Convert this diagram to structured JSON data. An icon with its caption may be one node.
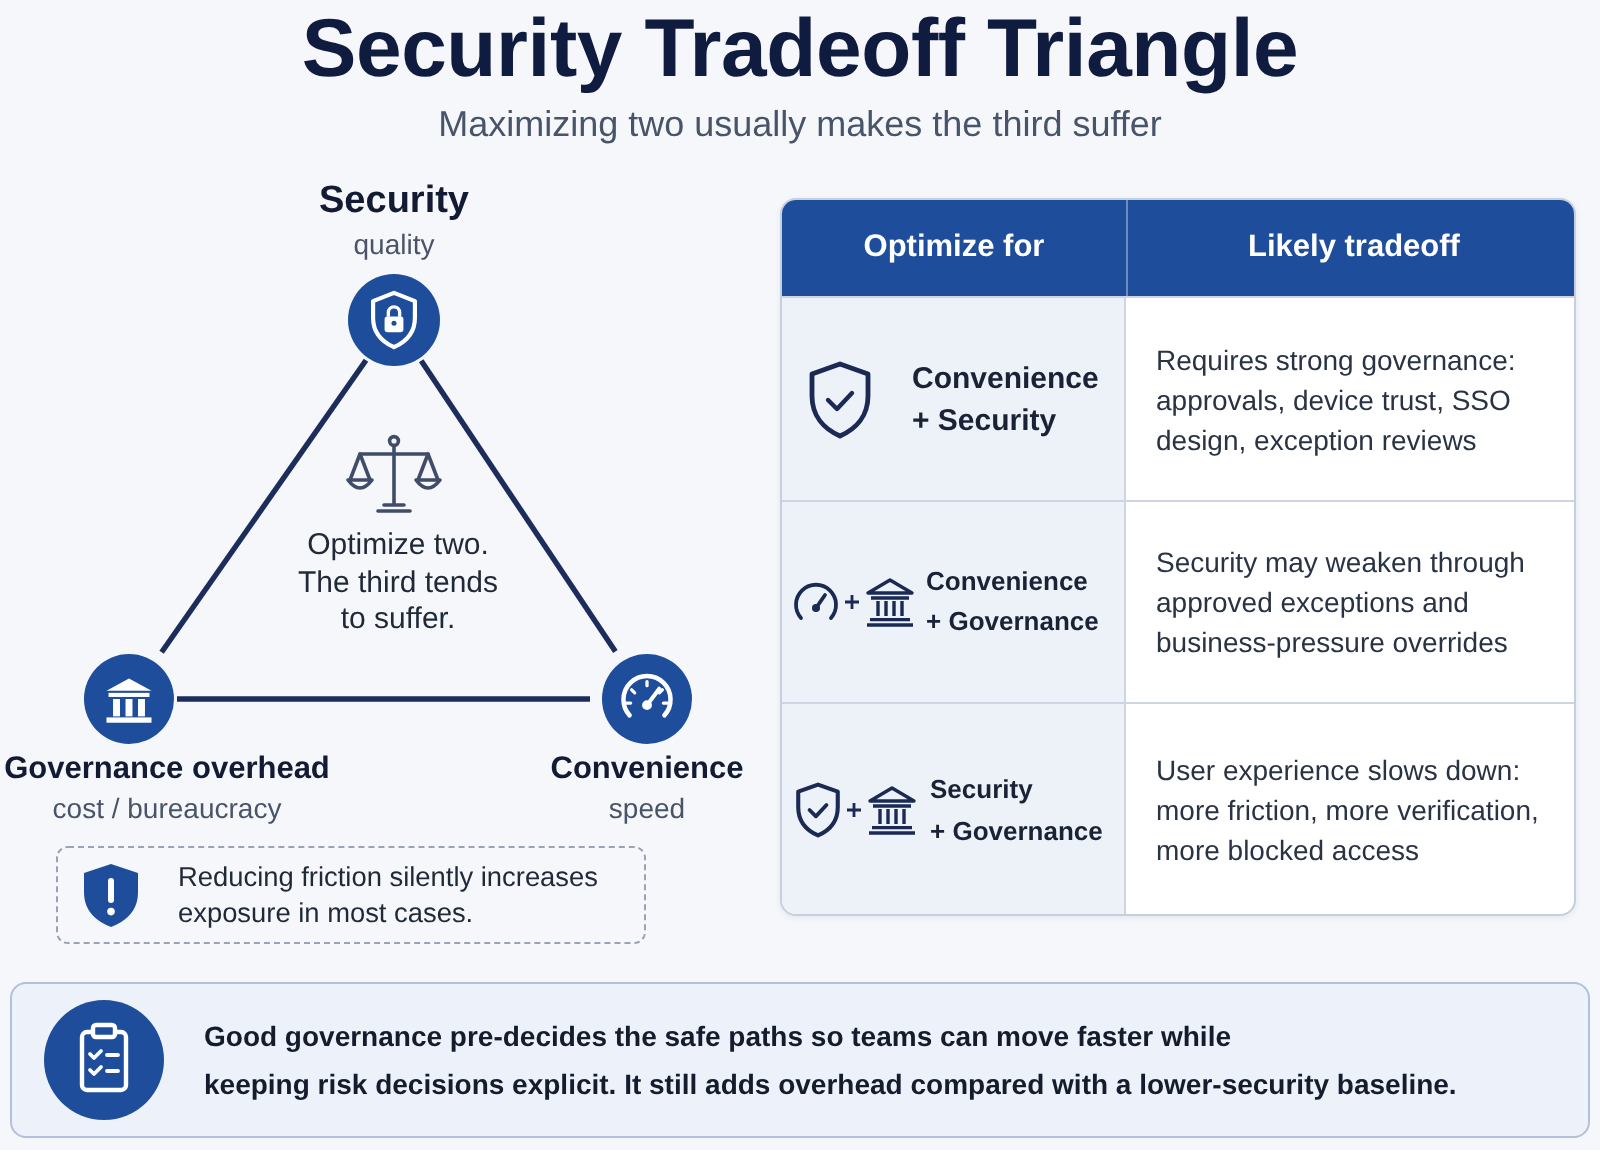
{
  "diagram": {
    "title": "Security Tradeoff Triangle",
    "nodes": [
      {
        "text": [
          "Security",
          "quality"
        ]
      },
      {
        "text": [
          "Governance overhead",
          "cost / bureaucracy"
        ]
      },
      {
        "text": [
          "Convenience",
          "speed"
        ]
      },
      {
        "text": [
          "Reducing friction silently increases exposure in most cases."
        ]
      },
      {
        "text": [
          "Good governance pre-decides the safe paths so teams can move faster while keeping risk decisions explicit. It still adds overhead compared with a lower-security baseline."
        ]
      }
    ],
    "edges": [
      {
        "from": 0,
        "to": 1,
        "arrow": "none"
      },
      {
        "from": 0,
        "to": 2,
        "arrow": "none"
      },
      {
        "from": 1,
        "to": 2,
        "arrow": "none"
      }
    ],
    "labels": [
      "Maximizing two usually makes the third suffer",
      "Optimize two. The third tends to suffer.",
      "Optimize for",
      "Likely tradeoff",
      "Convenience + Security",
      "Requires strong governance: approvals, device trust, SSO design, exception reviews",
      "Convenience + Governance",
      "Security may weaken through approved exceptions and business-pressure overrides",
      "Security + Governance",
      "User experience slows down: more friction, more verification, more blocked access"
    ]
  }
}
